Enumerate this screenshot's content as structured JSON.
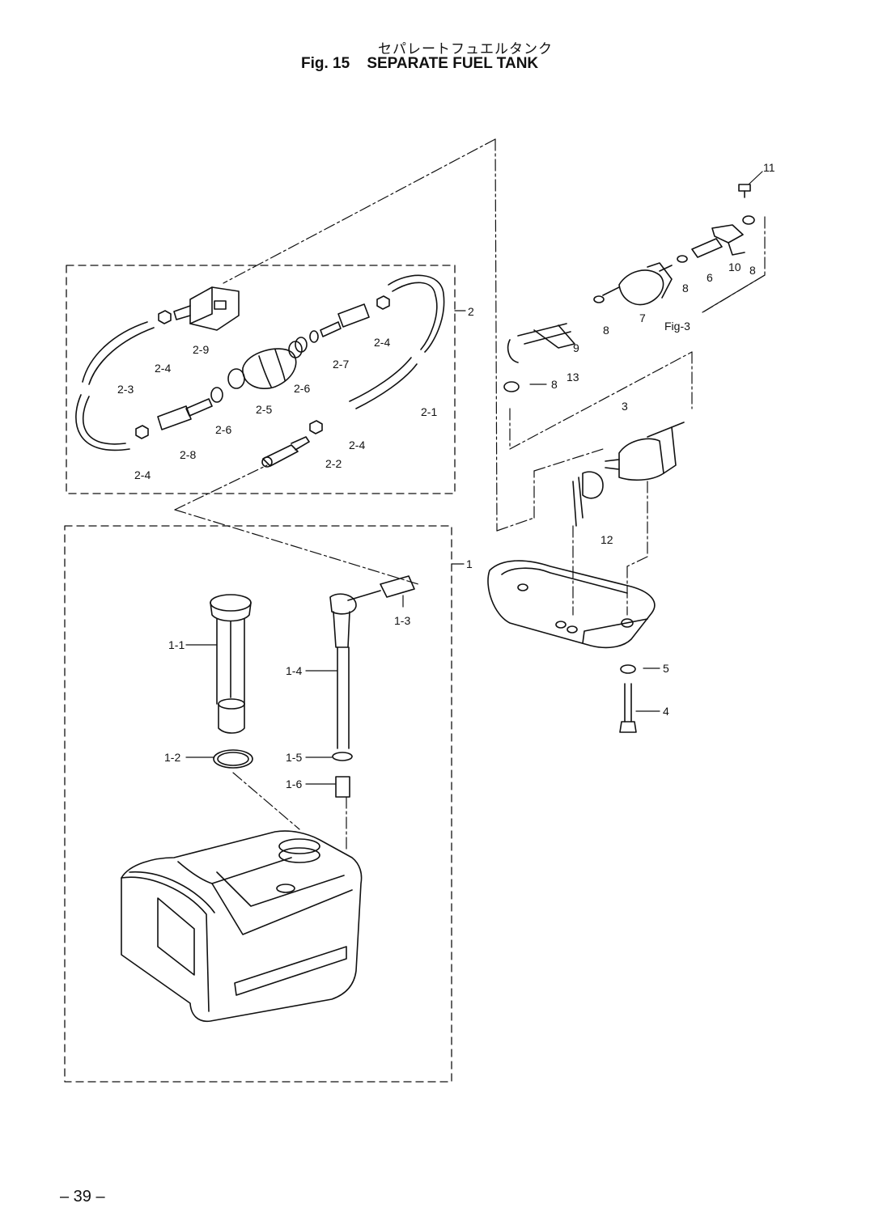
{
  "header": {
    "title_jp": "セパレートフュエルタンク",
    "figure_label": "Fig. 15",
    "title_en": "SEPARATE FUEL TANK"
  },
  "callouts": {
    "c1": "1",
    "c1_1": "1-1",
    "c1_2": "1-2",
    "c1_3": "1-3",
    "c1_4": "1-4",
    "c1_5": "1-5",
    "c1_6": "1-6",
    "c2": "2",
    "c2_1": "2-1",
    "c2_2": "2-2",
    "c2_3": "2-3",
    "c2_4a": "2-4",
    "c2_4b": "2-4",
    "c2_4c": "2-4",
    "c2_4d": "2-4",
    "c2_5": "2-5",
    "c2_6a": "2-6",
    "c2_6b": "2-6",
    "c2_7": "2-7",
    "c2_8": "2-8",
    "c2_9": "2-9",
    "c3": "3",
    "c4": "4",
    "c5": "5",
    "c6": "6",
    "c7": "7",
    "c8a": "8",
    "c8b": "8",
    "c8c": "8",
    "c8d": "8",
    "c9": "9",
    "c10": "10",
    "c11": "11",
    "c12": "12",
    "c13": "13",
    "fig_ref": "Fig-3"
  },
  "footer": {
    "page_number": "– 39 –"
  }
}
